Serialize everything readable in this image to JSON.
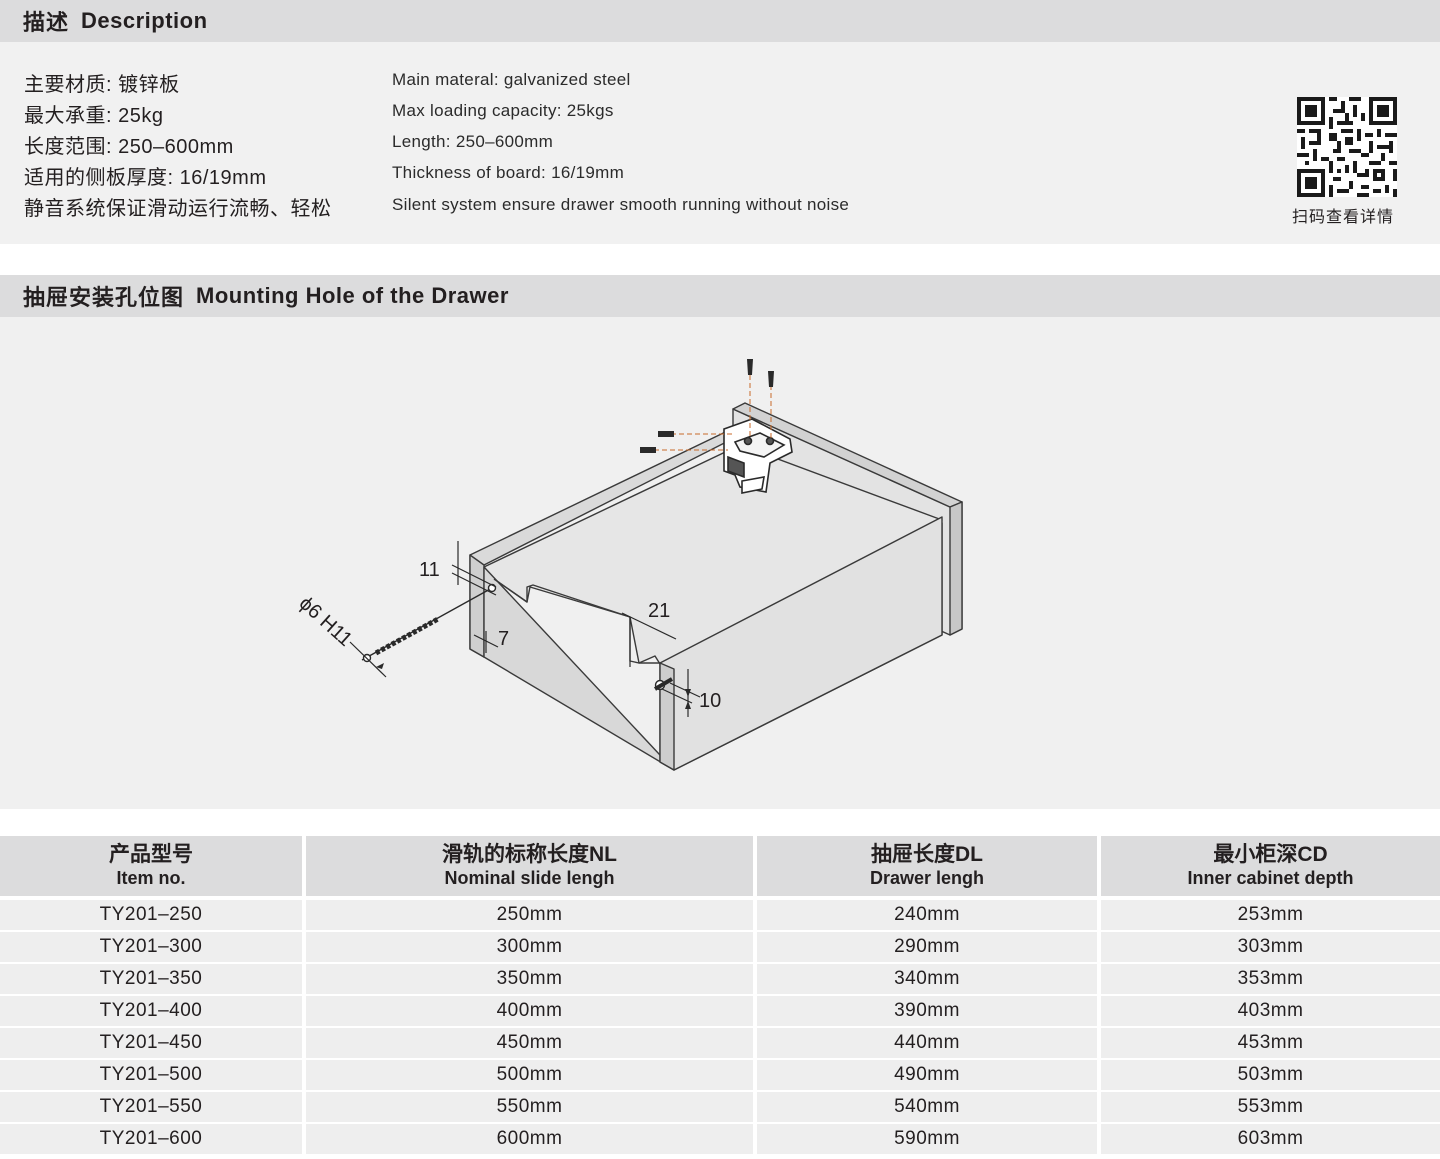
{
  "description": {
    "header_zh": "描述",
    "header_en": "Description",
    "items": [
      {
        "zh": "主要材质: 镀锌板",
        "en": "Main materal: galvanized steel"
      },
      {
        "zh": "最大承重: 25kg",
        "en": "Max loading capacity: 25kgs"
      },
      {
        "zh": "长度范围: 250–600mm",
        "en": "Length: 250–600mm"
      },
      {
        "zh": "适用的侧板厚度: 16/19mm",
        "en": "Thickness of board: 16/19mm"
      },
      {
        "zh": "静音系统保证滑动运行流畅、轻松",
        "en": "Silent system ensure drawer smooth running without noise"
      }
    ],
    "qr_caption": "扫码查看详情"
  },
  "mounting": {
    "header_zh": "抽屉安装孔位图",
    "header_en": "Mounting Hole of the Drawer",
    "dimensions": {
      "d11": "11",
      "d7": "7",
      "d21": "21",
      "d10": "10",
      "drill": "ϕ6 H11"
    }
  },
  "table": {
    "headers": [
      {
        "zh": "产品型号",
        "en": "Item no."
      },
      {
        "zh": "滑轨的标称长度NL",
        "en": "Nominal slide lengh"
      },
      {
        "zh": "抽屉长度DL",
        "en": "Drawer lengh"
      },
      {
        "zh": "最小柜深CD",
        "en": "Inner cabinet depth"
      }
    ],
    "rows": [
      [
        "TY201–250",
        "250mm",
        "240mm",
        "253mm"
      ],
      [
        "TY201–300",
        "300mm",
        "290mm",
        "303mm"
      ],
      [
        "TY201–350",
        "350mm",
        "340mm",
        "353mm"
      ],
      [
        "TY201–400",
        "400mm",
        "390mm",
        "403mm"
      ],
      [
        "TY201–450",
        "450mm",
        "440mm",
        "453mm"
      ],
      [
        "TY201–500",
        "500mm",
        "490mm",
        "503mm"
      ],
      [
        "TY201–550",
        "550mm",
        "540mm",
        "553mm"
      ],
      [
        "TY201–600",
        "600mm",
        "590mm",
        "603mm"
      ]
    ]
  }
}
